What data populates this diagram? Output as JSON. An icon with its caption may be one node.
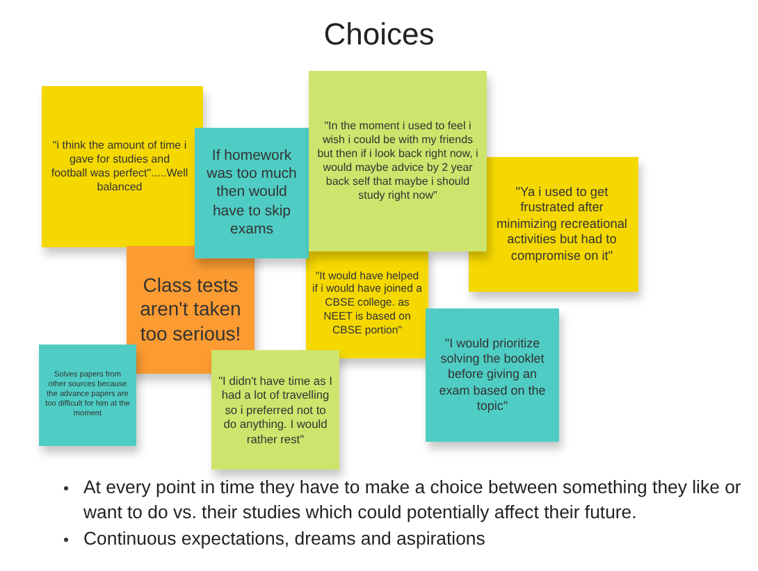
{
  "diagram": {
    "title": "Choices",
    "nodes": [
      {
        "text": [
          "\"i think the amount of time i gave for studies and football was perfect\".....Well balanced"
        ]
      },
      {
        "text": [
          "If homework was too much then would have to skip exams"
        ]
      },
      {
        "text": [
          "\"In the moment i used to feel i wish i could be with my friends but then if i look back right now, i would maybe advice by 2 year back self that maybe i should study right now\""
        ]
      },
      {
        "text": [
          "\"Ya i used to get frustrated after minimizing recreational activities but had to compromise on it\""
        ]
      },
      {
        "text": [
          "Class tests aren't taken too serious!"
        ]
      },
      {
        "text": [
          "\"It would have helped if i would have joined a CBSE college. as NEET is based on CBSE portion\""
        ]
      },
      {
        "text": [
          "Solves papers from other sources because the advance papers are too difficult for him at the moment"
        ]
      },
      {
        "text": [
          "\"I didn't have time as I had a lot of travelling so i preferred not to do anything. I would rather rest\""
        ]
      },
      {
        "text": [
          "\"I would prioritize solving the booklet before giving an exam based on the topic\""
        ]
      }
    ],
    "labels": [
      "At every point in time they have to make a choice between something they like or want to do vs. their studies which could potentially affect their future.",
      "Continuous expectations, dreams and aspirations"
    ]
  }
}
